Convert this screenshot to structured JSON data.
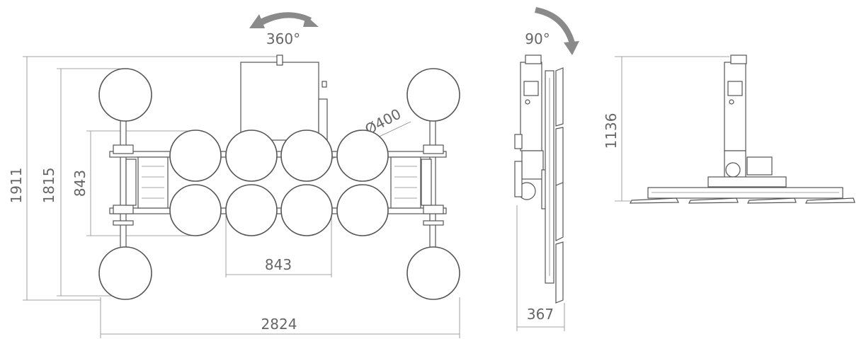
{
  "dimensions": {
    "height_outer": "1911",
    "height_inner": "1815",
    "cup_span_vertical": "843",
    "cup_span_horizontal": "843",
    "total_width": "2824",
    "cup_diameter": "Ø400",
    "side_depth": "367",
    "front_height": "1136"
  },
  "rotations": {
    "horizontal": "360°",
    "tilt": "90°"
  },
  "colors": {
    "line": "#555555",
    "dimension_line": "#888888",
    "arrow": "#8a8a8a",
    "text": "#666666"
  },
  "icons": {
    "rotation_arrow_360": "curved-double-arrow-icon",
    "rotation_arrow_90": "curved-arrow-down-icon"
  }
}
